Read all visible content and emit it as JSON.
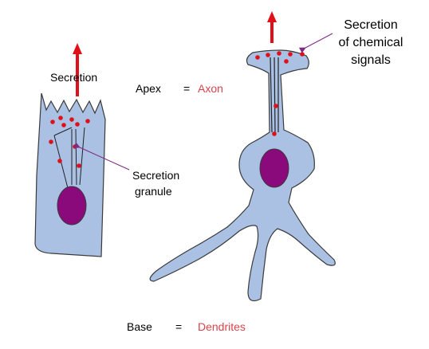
{
  "labels": {
    "secretion_left": "Secretion",
    "secretion_granule_line1": "Secretion",
    "secretion_granule_line2": "granule",
    "apex": "Apex",
    "apex_equals": "=",
    "axon": "Axon",
    "secretion_chemical_line1": "Secretion",
    "secretion_chemical_line2": "of chemical",
    "secretion_chemical_line3": "signals",
    "base": "Base",
    "base_equals": "=",
    "dendrites": "Dendrites"
  },
  "colors": {
    "cell_fill": "#aac1e4",
    "cell_stroke": "#3a3a3a",
    "nucleus": "#8a0a7c",
    "granule": "#e0101a",
    "arrow": "#e0101a",
    "label_accent": "#d9434b",
    "pointer": "#7d2a86"
  }
}
